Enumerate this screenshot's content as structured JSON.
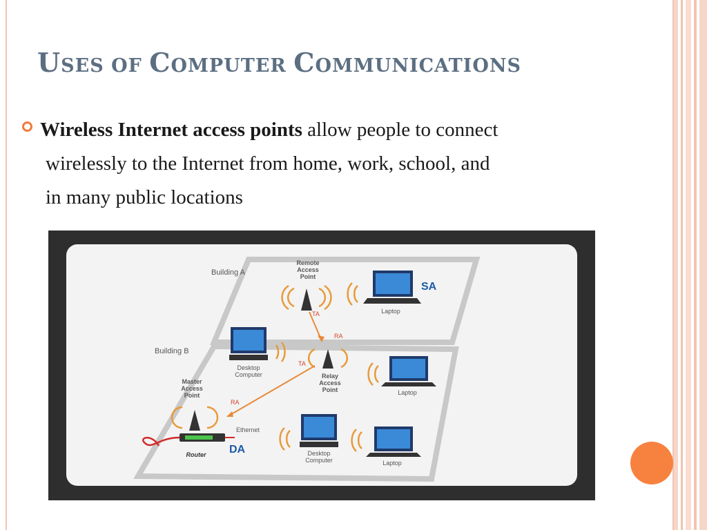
{
  "slide": {
    "title": {
      "caps": [
        "U",
        "C",
        "C"
      ],
      "rest": [
        "SES OF ",
        "OMPUTER ",
        "OMMUNICATIONS"
      ]
    },
    "bullet": {
      "bold": "Wireless Internet  access points",
      "line1_rest": " allow people to connect",
      "line2": "wirelessly to the Internet from home, work, school, and",
      "line3": "in many public locations"
    }
  },
  "diagram": {
    "building_a": "Building A",
    "building_b": "Building B",
    "remote_ap": [
      "Remote",
      "Access",
      "Point"
    ],
    "relay_ap": [
      "Relay",
      "Access",
      "Point"
    ],
    "master_ap": [
      "Master",
      "Access",
      "Point"
    ],
    "desktop": [
      "Desktop",
      "Computer"
    ],
    "laptop": "Laptop",
    "router": "Router",
    "ethernet": "Ethernet",
    "sa": "SA",
    "da": "DA",
    "ta": "TA",
    "ra": "RA"
  },
  "colors": {
    "title": "#5c6f82",
    "accent": "#f07a3c",
    "stripe": "#f2c4b0",
    "diagram_frame": "#2e2e2e",
    "label_blue": "#1c5aa8"
  }
}
